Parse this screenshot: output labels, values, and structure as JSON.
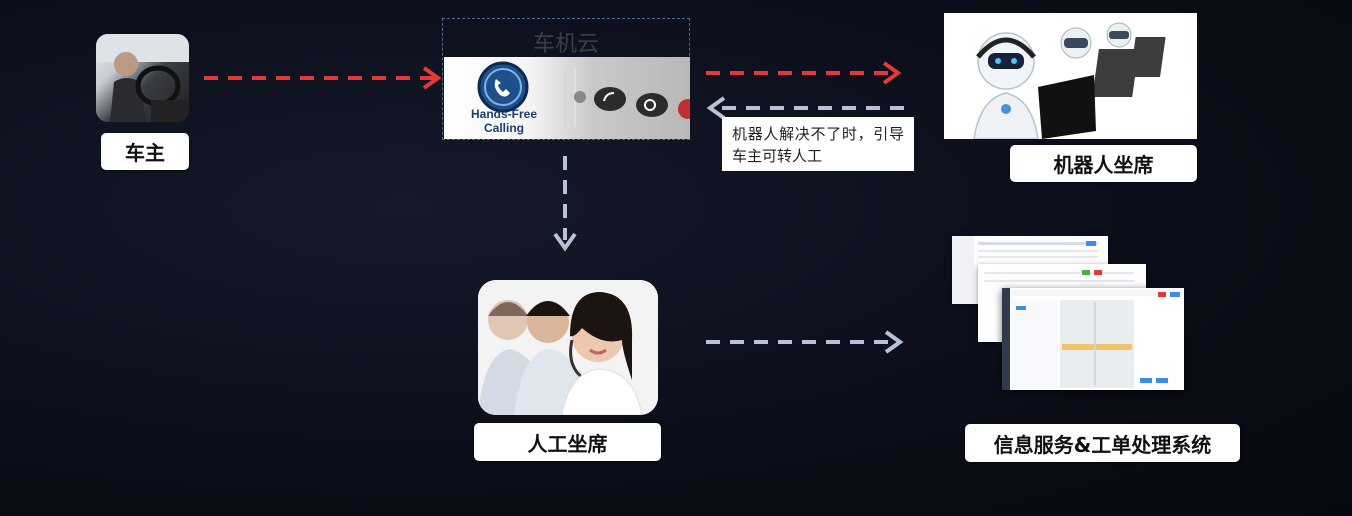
{
  "nodes": {
    "car_owner": "车主",
    "car_cloud": "车机云",
    "robot_agent": "机器人坐席",
    "human_agent": "人工坐席",
    "info_system": "信息服务&工单处理系统"
  },
  "hands_free": {
    "line1": "Hands-Free",
    "line2": "Calling"
  },
  "note": "机器人解决不了时，引导车主可转人工",
  "colors": {
    "red_arrow": "#e53935",
    "gray_arrow": "#b8c2d6",
    "background": "#0b0e18"
  },
  "icons": [
    "driver-photo",
    "hands-free-phone-icon",
    "robot-agents-photo",
    "call-center-agents-photo",
    "system-screenshot"
  ]
}
